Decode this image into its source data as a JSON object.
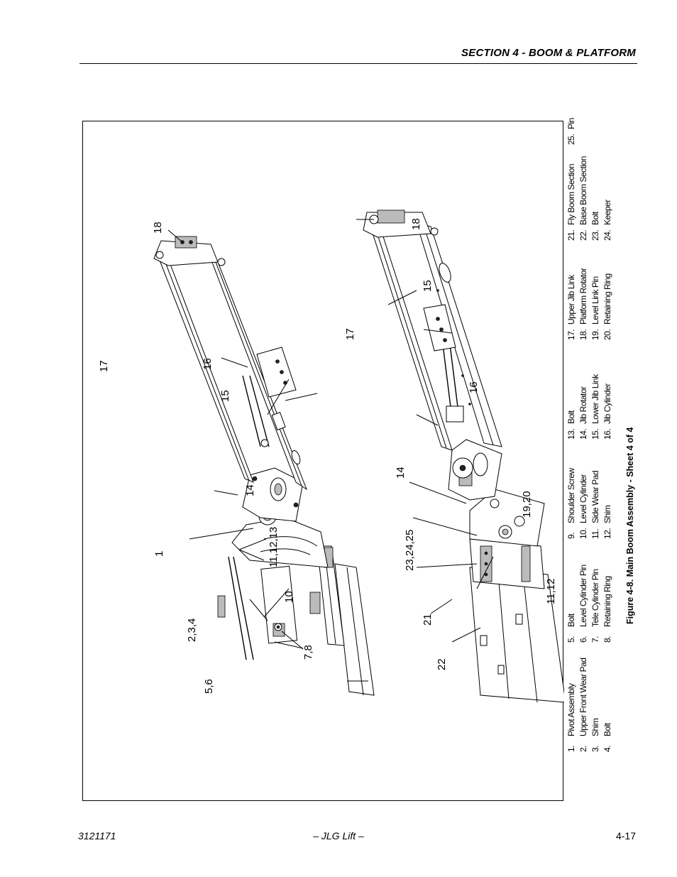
{
  "header": {
    "section_title": "SECTION 4 - BOOM & PLATFORM"
  },
  "figure": {
    "caption": "Figure 4-8.  Main Boom Assembly - Sheet 4 of 4",
    "callouts_upper": [
      "18",
      "17",
      "16",
      "15",
      "14",
      "1",
      "11,12,13",
      "2,3,4",
      "10",
      "5,6",
      "7,8"
    ],
    "callouts_lower": [
      "18",
      "15",
      "17",
      "16",
      "14",
      "19,20",
      "23,24,25",
      "11,12",
      "21",
      "22"
    ],
    "legend": [
      {
        "num": "1.",
        "label": "Pivot Assembly"
      },
      {
        "num": "2.",
        "label": "Upper Front Wear Pad"
      },
      {
        "num": "3.",
        "label": "Shim"
      },
      {
        "num": "4.",
        "label": "Bolt"
      },
      {
        "num": "5.",
        "label": "Bolt"
      },
      {
        "num": "6.",
        "label": "Level Cylinder Pin"
      },
      {
        "num": "7.",
        "label": "Tele Cylinder Pin"
      },
      {
        "num": "8.",
        "label": "Retaining Ring"
      },
      {
        "num": "9.",
        "label": "Shoulder Screw"
      },
      {
        "num": "10.",
        "label": "Level Cylinder"
      },
      {
        "num": "11.",
        "label": "Side Wear Pad"
      },
      {
        "num": "12.",
        "label": "Shim"
      },
      {
        "num": "13.",
        "label": "Bolt"
      },
      {
        "num": "14.",
        "label": "Jib Rotator"
      },
      {
        "num": "15.",
        "label": "Lower Jib Link"
      },
      {
        "num": "16.",
        "label": "Jib Cylinder"
      },
      {
        "num": "17.",
        "label": "Upper Jib Link"
      },
      {
        "num": "18.",
        "label": "Platform Rotator"
      },
      {
        "num": "19.",
        "label": "Level Link Pin"
      },
      {
        "num": "20.",
        "label": "Retaining Ring"
      },
      {
        "num": "21.",
        "label": "Fly Boom Section"
      },
      {
        "num": "22.",
        "label": "Base Boom Section"
      },
      {
        "num": "23.",
        "label": "Bolt"
      },
      {
        "num": "24.",
        "label": "Keeper"
      },
      {
        "num": "25.",
        "label": "Pin"
      }
    ]
  },
  "footer": {
    "doc_number": "3121171",
    "publisher": "– JLG Lift –",
    "page_number": "4-17"
  }
}
